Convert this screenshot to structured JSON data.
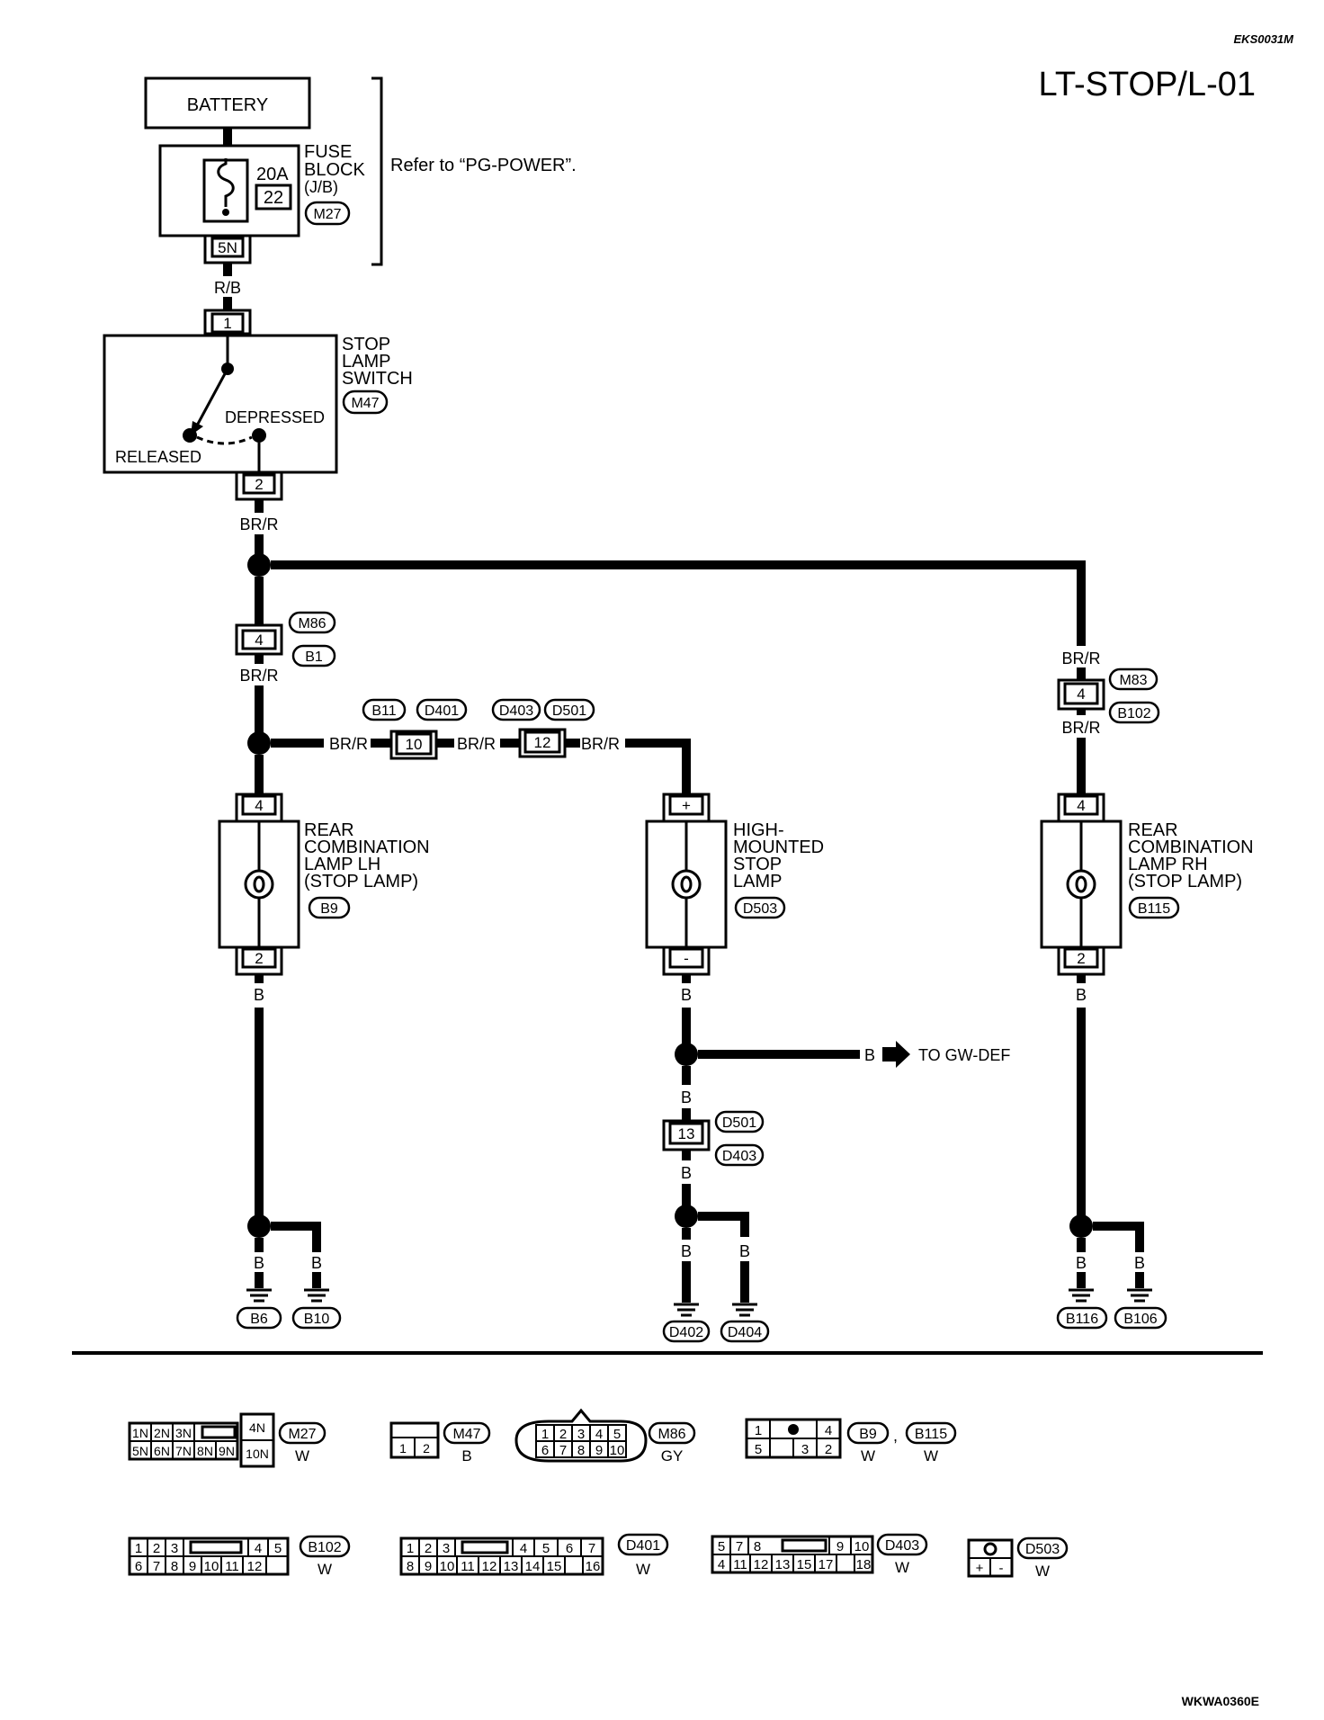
{
  "header": {
    "code": "EKS0031M",
    "title": "LT-STOP/L-01",
    "footer_code": "WKWA0360E"
  },
  "power": {
    "battery": "BATTERY",
    "fuse_block": [
      "FUSE",
      "BLOCK",
      "(J/B)"
    ],
    "fuse_amp": "20A",
    "fuse_no": "22",
    "fuse_conn": "M27",
    "fuse_pin": "5N",
    "refer": "Refer to “PG-POWER”."
  },
  "wires": {
    "rb": "R/B",
    "brr": "BR/R",
    "b": "B"
  },
  "stop_switch": {
    "name": [
      "STOP",
      "LAMP",
      "SWITCH"
    ],
    "conn": "M47",
    "pin_in": "1",
    "pin_out": "2",
    "depressed": "DEPRESSED",
    "released": "RELEASED"
  },
  "junctions": {
    "m86": "M86",
    "b1": "B1",
    "pin_4": "4",
    "m83": "M83",
    "b102": "B102",
    "b11": "B11",
    "d401": "D401",
    "pin_10": "10",
    "d403": "D403",
    "d501": "D501",
    "pin_12": "12",
    "pin_13": "13"
  },
  "lamps": {
    "lh": {
      "name": [
        "REAR",
        "COMBINATION",
        "LAMP LH",
        "(STOP LAMP)"
      ],
      "conn": "B9",
      "pin_top": "4",
      "pin_bot": "2"
    },
    "hm": {
      "name": [
        "HIGH-",
        "MOUNTED",
        "STOP",
        "LAMP"
      ],
      "conn": "D503",
      "pin_top": "+",
      "pin_bot": "-"
    },
    "rh": {
      "name": [
        "REAR",
        "COMBINATION",
        "LAMP RH",
        "(STOP LAMP)"
      ],
      "conn": "B115",
      "pin_top": "4",
      "pin_bot": "2"
    }
  },
  "to_gwdef": "TO GW-DEF",
  "grounds": [
    "B6",
    "B10",
    "D402",
    "D404",
    "B116",
    "B106"
  ],
  "connectors": {
    "m27": {
      "id": "M27",
      "color": "W",
      "row1": [
        "1N",
        "2N",
        "3N"
      ],
      "row2": [
        "5N",
        "6N",
        "7N",
        "8N",
        "9N"
      ],
      "side": [
        "4N",
        "10N"
      ]
    },
    "m47": {
      "id": "M47",
      "color": "B",
      "pins": [
        "1",
        "2"
      ]
    },
    "m86": {
      "id": "M86",
      "color": "GY",
      "row1": [
        "1",
        "2",
        "3",
        "4",
        "5"
      ],
      "row2": [
        "6",
        "7",
        "8",
        "9",
        "10"
      ]
    },
    "b9": {
      "id": "B9",
      "id2": "B115",
      "color": "W",
      "color2": "W",
      "sep": ",",
      "row1": [
        "1",
        "",
        "4"
      ],
      "row2": [
        "5",
        "3",
        "2"
      ]
    },
    "b102": {
      "id": "B102",
      "color": "W",
      "row1": [
        "1",
        "2",
        "3",
        "4",
        "5"
      ],
      "row2": [
        "6",
        "7",
        "8",
        "9",
        "10",
        "11",
        "12"
      ]
    },
    "d401": {
      "id": "D401",
      "color": "W",
      "row1": [
        "1",
        "2",
        "3",
        "4",
        "5",
        "6",
        "7"
      ],
      "row2": [
        "8",
        "9",
        "10",
        "11",
        "12",
        "13",
        "14",
        "15",
        "16"
      ]
    },
    "d403": {
      "id": "D403",
      "color": "W",
      "row1": [
        "5",
        "7",
        "8",
        "9",
        "10"
      ],
      "row2": [
        "4",
        "11",
        "12",
        "13",
        "15",
        "17",
        "18"
      ]
    },
    "d503": {
      "id": "D503",
      "color": "W",
      "pins": [
        "+",
        "-"
      ]
    }
  }
}
